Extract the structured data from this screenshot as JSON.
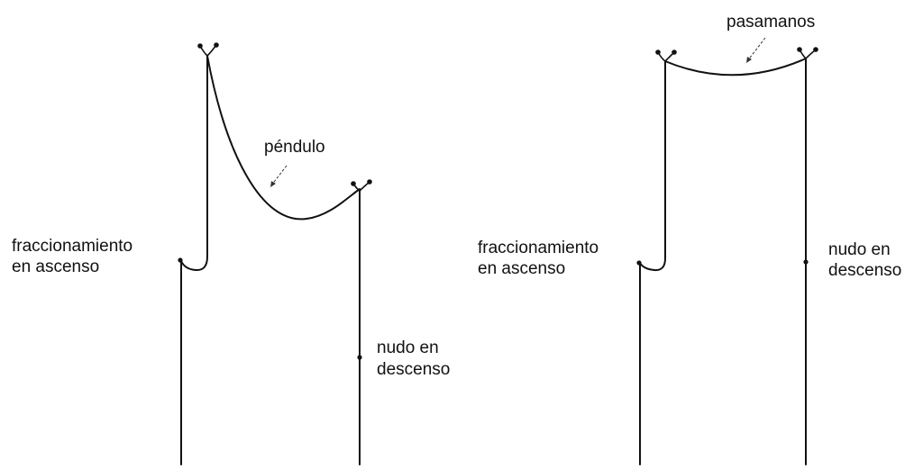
{
  "left_diagram": {
    "label_pendulum": "péndulo",
    "label_fraction_line1": "fraccionamiento",
    "label_fraction_line2": "en ascenso",
    "label_knot_line1": "nudo en",
    "label_knot_line2": "descenso"
  },
  "right_diagram": {
    "label_handrail": "pasamanos",
    "label_fraction_line1": "fraccionamiento",
    "label_fraction_line2": "en ascenso",
    "label_knot_line1": "nudo en",
    "label_knot_line2": "descenso"
  },
  "colors": {
    "line": "#111111",
    "background": "#ffffff"
  }
}
